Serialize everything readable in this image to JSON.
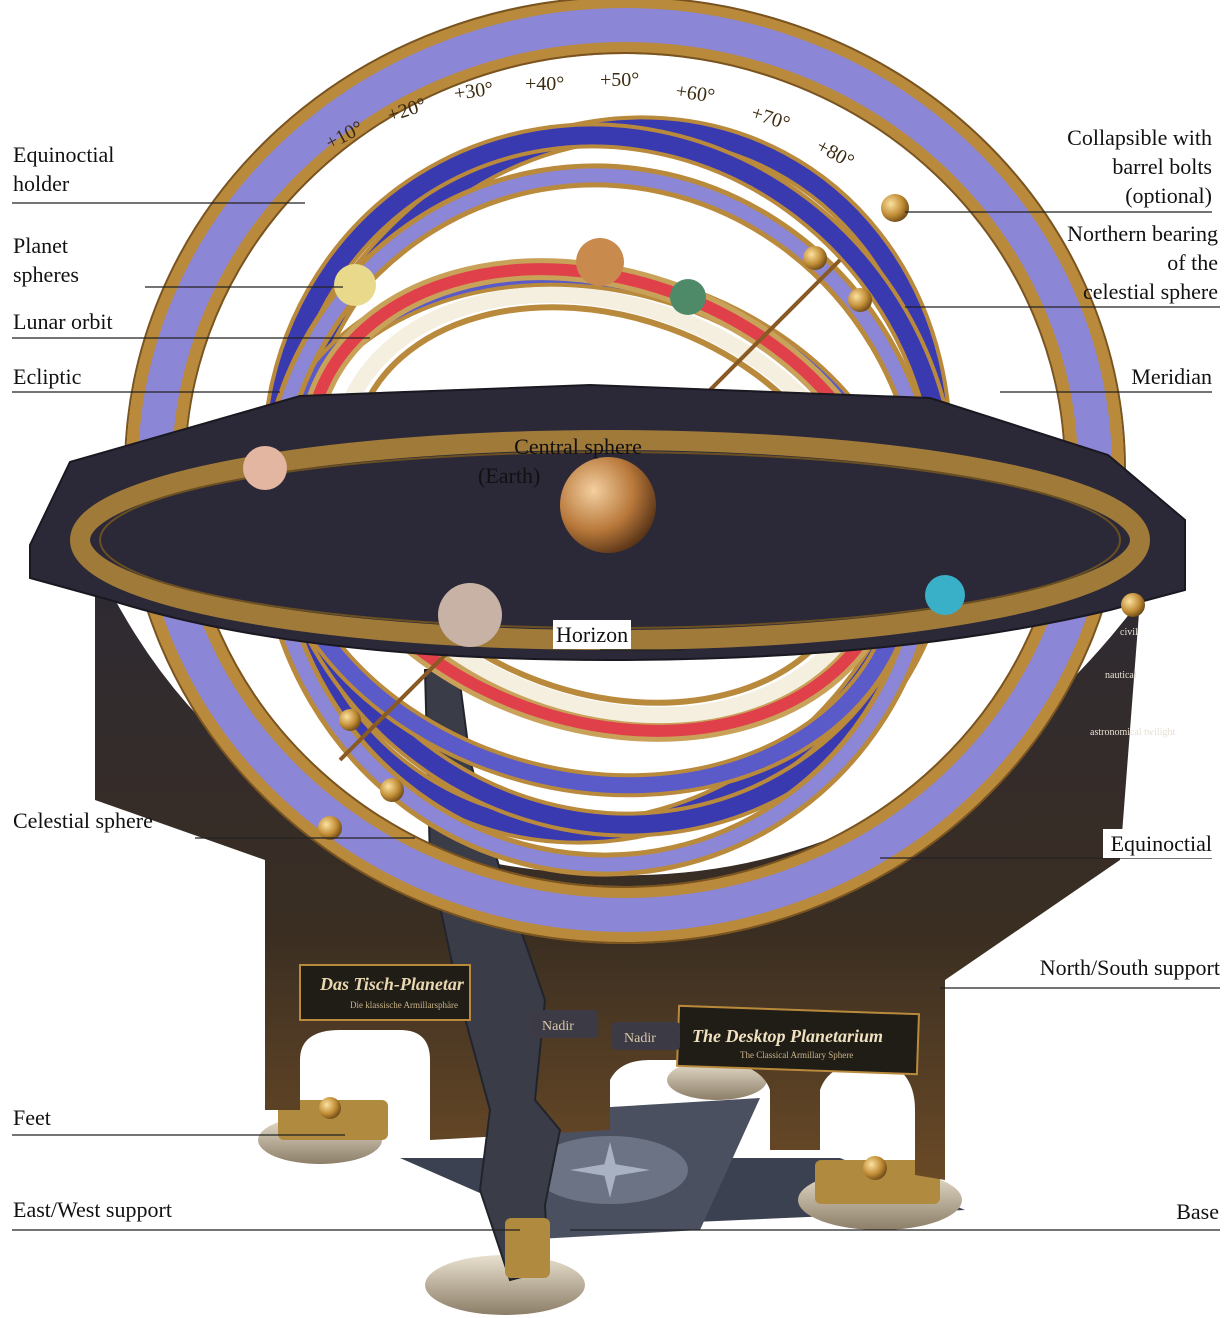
{
  "labels": {
    "equinoctial_holder": [
      "Equinoctial",
      "holder"
    ],
    "planet_spheres": [
      "Planet",
      "spheres"
    ],
    "lunar_orbit": "Lunar orbit",
    "ecliptic": "Ecliptic",
    "celestial_sphere": "Celestial sphere",
    "feet": "Feet",
    "east_west_support": "East/West support",
    "collapsible": [
      "Collapsible with",
      "barrel bolts",
      "(optional)"
    ],
    "northern_bearing": [
      "Northern bearing",
      "of the",
      "celestial sphere"
    ],
    "meridian": "Meridian",
    "central_sphere": [
      "Central sphere",
      "(Earth)"
    ],
    "horizon": "Horizon",
    "equinoctial": "Equinoctial",
    "north_south_support": "North/South support",
    "base": "Base"
  },
  "plates": {
    "german_title": "Das Tisch-Planetar",
    "german_subtitle": "Die klassische Armillarsphäre",
    "english_title": "The Desktop Planetarium",
    "english_subtitle": "The Classical Armillary Sphere",
    "nadir": "Nadir"
  },
  "meridian_scale": [
    "+10°",
    "+20°",
    "+30°",
    "+40°",
    "+50°",
    "+60°",
    "+70°",
    "+80°"
  ],
  "horizon_twilight": [
    "civil",
    "nautical",
    "astronomical twilight"
  ],
  "colors": {
    "gold": "#b98a3c",
    "violet": "#8b86d6",
    "blue_band": "#3a3ab0",
    "red_band": "#e0404a",
    "dark_frame": "#2b2620",
    "leader_line": "#222222"
  }
}
